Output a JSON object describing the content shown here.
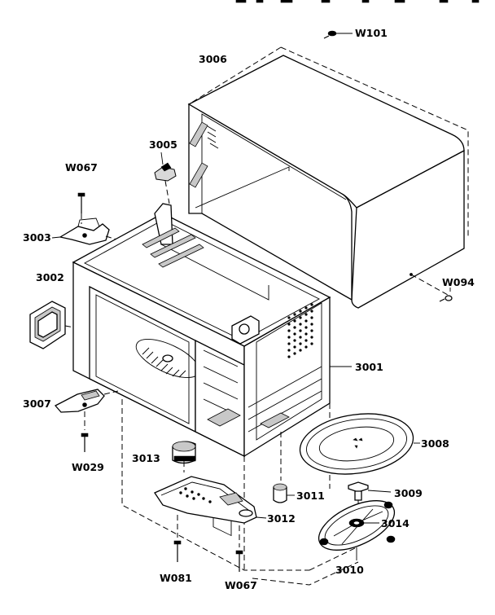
{
  "labels": {
    "w101": "W101",
    "p3006": "3006",
    "p3005": "3005",
    "w067_top": "W067",
    "p3003": "3003",
    "p3002": "3002",
    "w094": "W094",
    "p3001": "3001",
    "p3007": "3007",
    "w029": "W029",
    "p3008": "3008",
    "p3013": "3013",
    "p3011": "3011",
    "p3009": "3009",
    "p3012": "3012",
    "p3014": "3014",
    "p3010": "3010",
    "w081": "W081",
    "w067_bottom": "W067"
  }
}
